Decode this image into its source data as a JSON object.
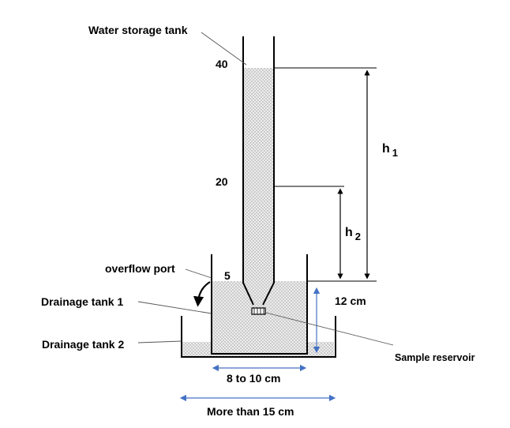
{
  "labels": {
    "water_storage_tank": "Water storage tank",
    "overflow_port": "overflow port",
    "drainage_tank_1": "Drainage tank 1",
    "drainage_tank_2": "Drainage tank 2",
    "sample_reservoir": "Sample reservoir"
  },
  "scale_marks": {
    "top": "40",
    "middle": "20",
    "low": "5"
  },
  "heads": {
    "h1_letter": "h",
    "h1_sub": "1",
    "h2_letter": "h",
    "h2_sub": "2"
  },
  "dimensions": {
    "height": "12 cm",
    "inner_width": "8 to 10 cm",
    "outer_width": "More than 15 cm"
  },
  "colors": {
    "line": "#000000",
    "dimension_arrow": "#4472c4",
    "fill": "#e8e8e8",
    "dots": "#9a9a9a",
    "leader": "#555555"
  }
}
